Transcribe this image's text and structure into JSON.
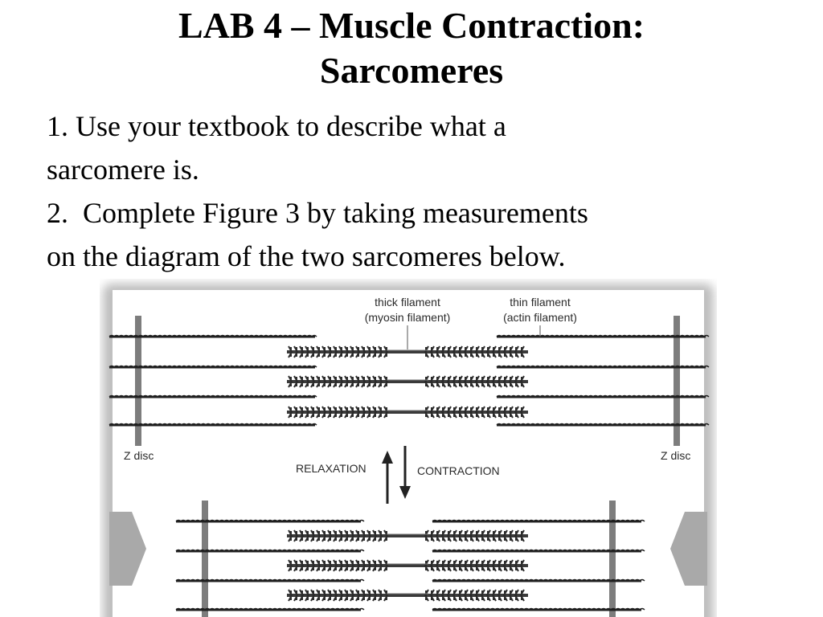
{
  "slide": {
    "title_line1": "LAB 4 – Muscle Contraction:",
    "title_line2": "Sarcomeres",
    "items": [
      "1. Use your textbook to describe what a",
      "sarcomere is.",
      "2.  Complete Figure 3 by taking measurements",
      "on the diagram of the two sarcomeres below."
    ]
  },
  "figure": {
    "thick_label_1": "thick filament",
    "thick_label_2": "(myosin filament)",
    "thin_label_1": "thin filament",
    "thin_label_2": "(actin filament)",
    "zdisc_left": "Z disc",
    "zdisc_right": "Z disc",
    "relaxation": "RELAXATION",
    "contraction": "CONTRACTION"
  }
}
